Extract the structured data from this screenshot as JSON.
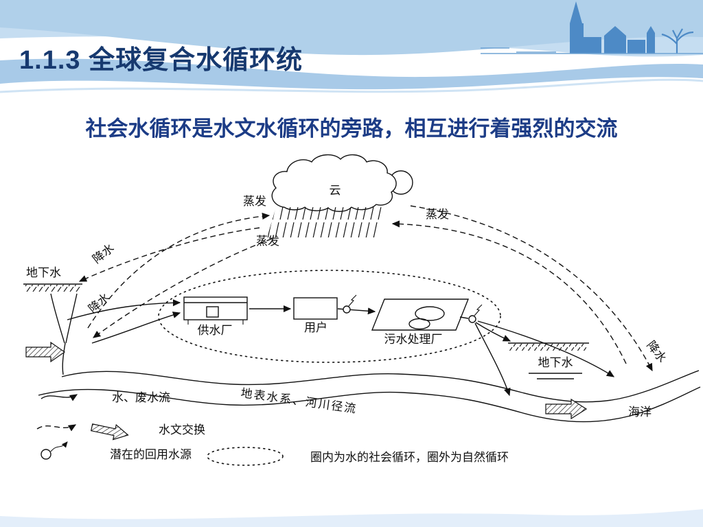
{
  "slide": {
    "title": "1.1.3 全球复合水循环统",
    "subtitle": "社会水循环是水文水循环的旁路，相互进行着强烈的交流"
  },
  "diagram": {
    "cloud_label": "云",
    "evaporation_left": "蒸发",
    "evaporation_below": "蒸发",
    "evaporation_right": "蒸发",
    "precipitation_left_upper": "降水",
    "precipitation_left_lower": "降水",
    "precipitation_right": "降水",
    "groundwater_left": "地下水",
    "groundwater_right": "地下水",
    "supply_plant": "供水厂",
    "users": "用户",
    "sewage_plant": "污水处理厂",
    "surface_water": "地表水系、河川径流",
    "ocean": "海洋"
  },
  "legend": {
    "flow_label": "水、废水流",
    "exchange_label": "水文交换",
    "reuse_label": "潜在的回用水源",
    "circle_note": "圈内为水的社会循环，圈外为自然循环"
  },
  "colors": {
    "title_text": "#17396f",
    "subtitle_text": "#1c3c86",
    "diagram_ink": "#111111",
    "header_band": "#c5ddf1",
    "header_ribbon": "#9ec4e5",
    "silhouette_blue": "#4d8ac6"
  }
}
